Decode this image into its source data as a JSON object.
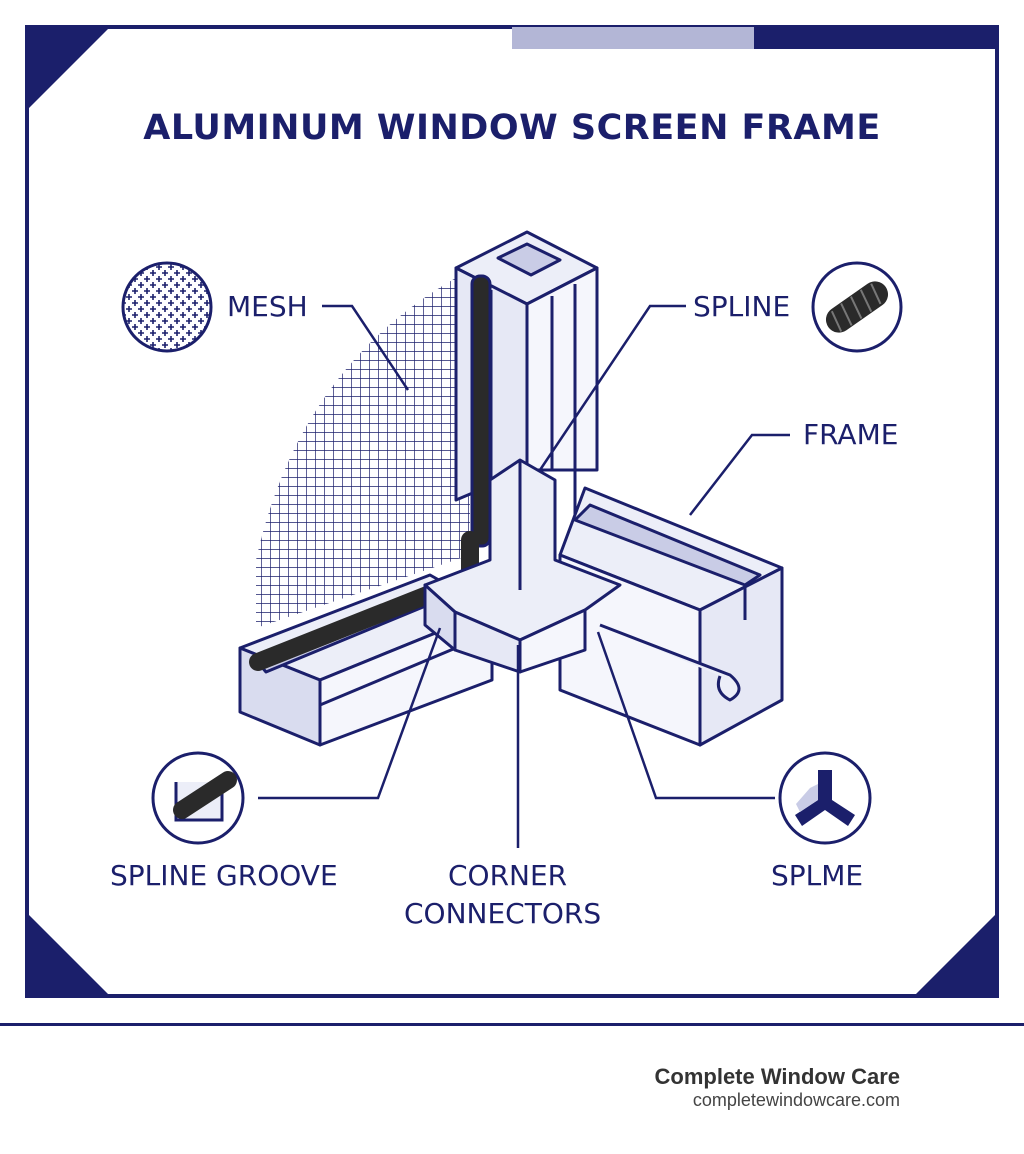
{
  "title": "ALUMINUM WINDOW SCREEN FRAME",
  "labels": {
    "mesh": "MESH",
    "spline": "SPLINE",
    "frame": "FRAME",
    "spline_groove": "SPLINE GROOVE",
    "corner_connectors_line1": "CORNER",
    "corner_connectors_line2": "CONNECTORS",
    "splme": "SPLME"
  },
  "footer": {
    "brand": "Complete Window Care",
    "url": "completewindowcare.com"
  },
  "colors": {
    "navy": "#1b1f6b",
    "frame_fill": "#eceef8",
    "frame_shade": "#c9cce6",
    "spline": "#2a2a2a",
    "white": "#ffffff"
  },
  "icons": [
    "mesh-icon",
    "spline-icon",
    "spline-groove-icon",
    "corner-connector-icon"
  ]
}
